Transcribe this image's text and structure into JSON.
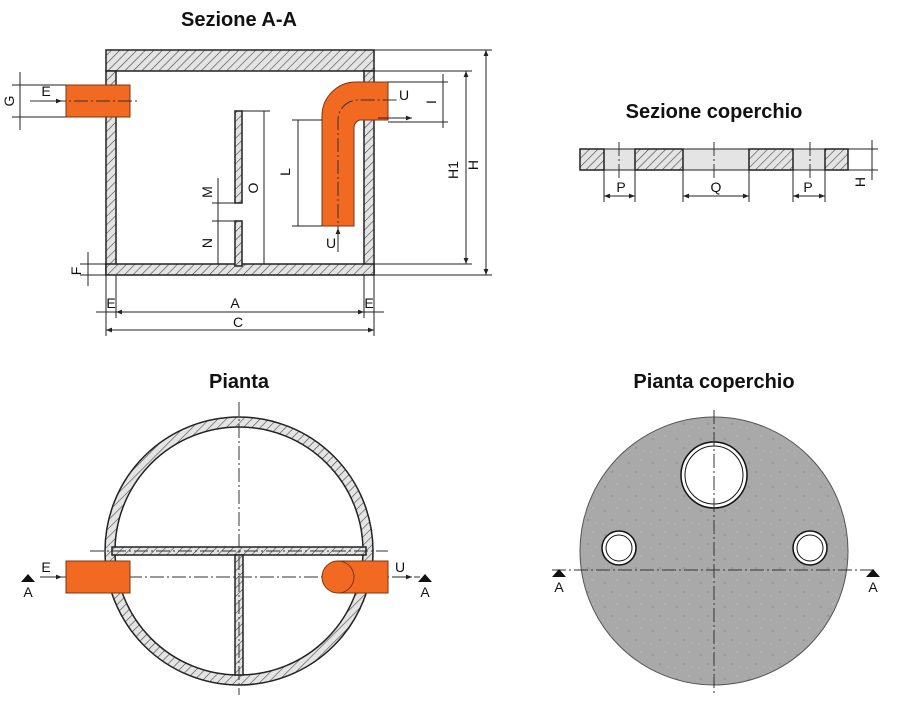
{
  "titles": {
    "section": "Sezione A-A",
    "lid_section": "Sezione coperchio",
    "plan": "Pianta",
    "lid_plan": "Pianta coperchio"
  },
  "labels": {
    "inlet": "E",
    "outlet": "U",
    "G": "G",
    "I": "I",
    "L": "L",
    "M": "M",
    "N": "N",
    "O": "O",
    "F": "F",
    "H1": "H1",
    "H": "H",
    "E": "E",
    "A": "A",
    "C": "C",
    "P": "P",
    "Q": "Q",
    "section_mark": "A"
  },
  "colors": {
    "pipe": "#f26a22",
    "hatch": "#444444",
    "concrete": "#a9a9a9"
  }
}
